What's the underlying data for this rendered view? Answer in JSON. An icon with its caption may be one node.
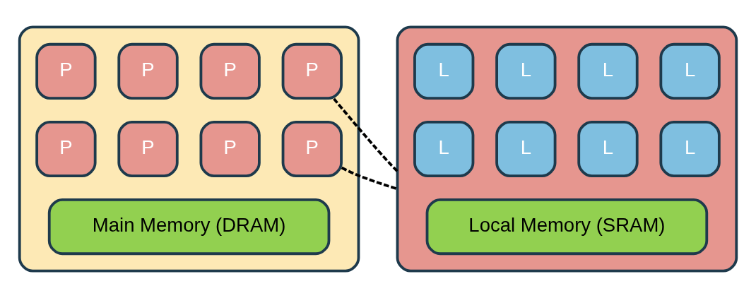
{
  "diagram": {
    "nodes": [
      {
        "text": [],
        "shape": "box"
      },
      {
        "text": [
          "P"
        ],
        "in": 0
      },
      {
        "text": [
          "P"
        ],
        "in": 0
      },
      {
        "text": [
          "P"
        ],
        "in": 0
      },
      {
        "text": [
          "P"
        ],
        "in": 0
      },
      {
        "text": [
          "P"
        ],
        "in": 0
      },
      {
        "text": [
          "P"
        ],
        "in": 0
      },
      {
        "text": [
          "P"
        ],
        "in": 0
      },
      {
        "text": [
          "P"
        ],
        "in": 0
      },
      {
        "text": [
          "Main Memory (DRAM)"
        ],
        "in": 0
      },
      {
        "text": [],
        "shape": "box"
      },
      {
        "text": [
          "L"
        ],
        "in": 10
      },
      {
        "text": [
          "L"
        ],
        "in": 10
      },
      {
        "text": [
          "L"
        ],
        "in": 10
      },
      {
        "text": [
          "L"
        ],
        "in": 10
      },
      {
        "text": [
          "L"
        ],
        "in": 10
      },
      {
        "text": [
          "L"
        ],
        "in": 10
      },
      {
        "text": [
          "L"
        ],
        "in": 10
      },
      {
        "text": [
          "L"
        ],
        "in": 10
      },
      {
        "text": [
          "Local Memory (SRAM)"
        ],
        "in": 10
      }
    ],
    "edges": [
      {
        "from": 4,
        "to": 10,
        "arrow": "none",
        "style": "dashed"
      },
      {
        "from": 8,
        "to": 10,
        "arrow": "none",
        "style": "dashed"
      }
    ]
  }
}
